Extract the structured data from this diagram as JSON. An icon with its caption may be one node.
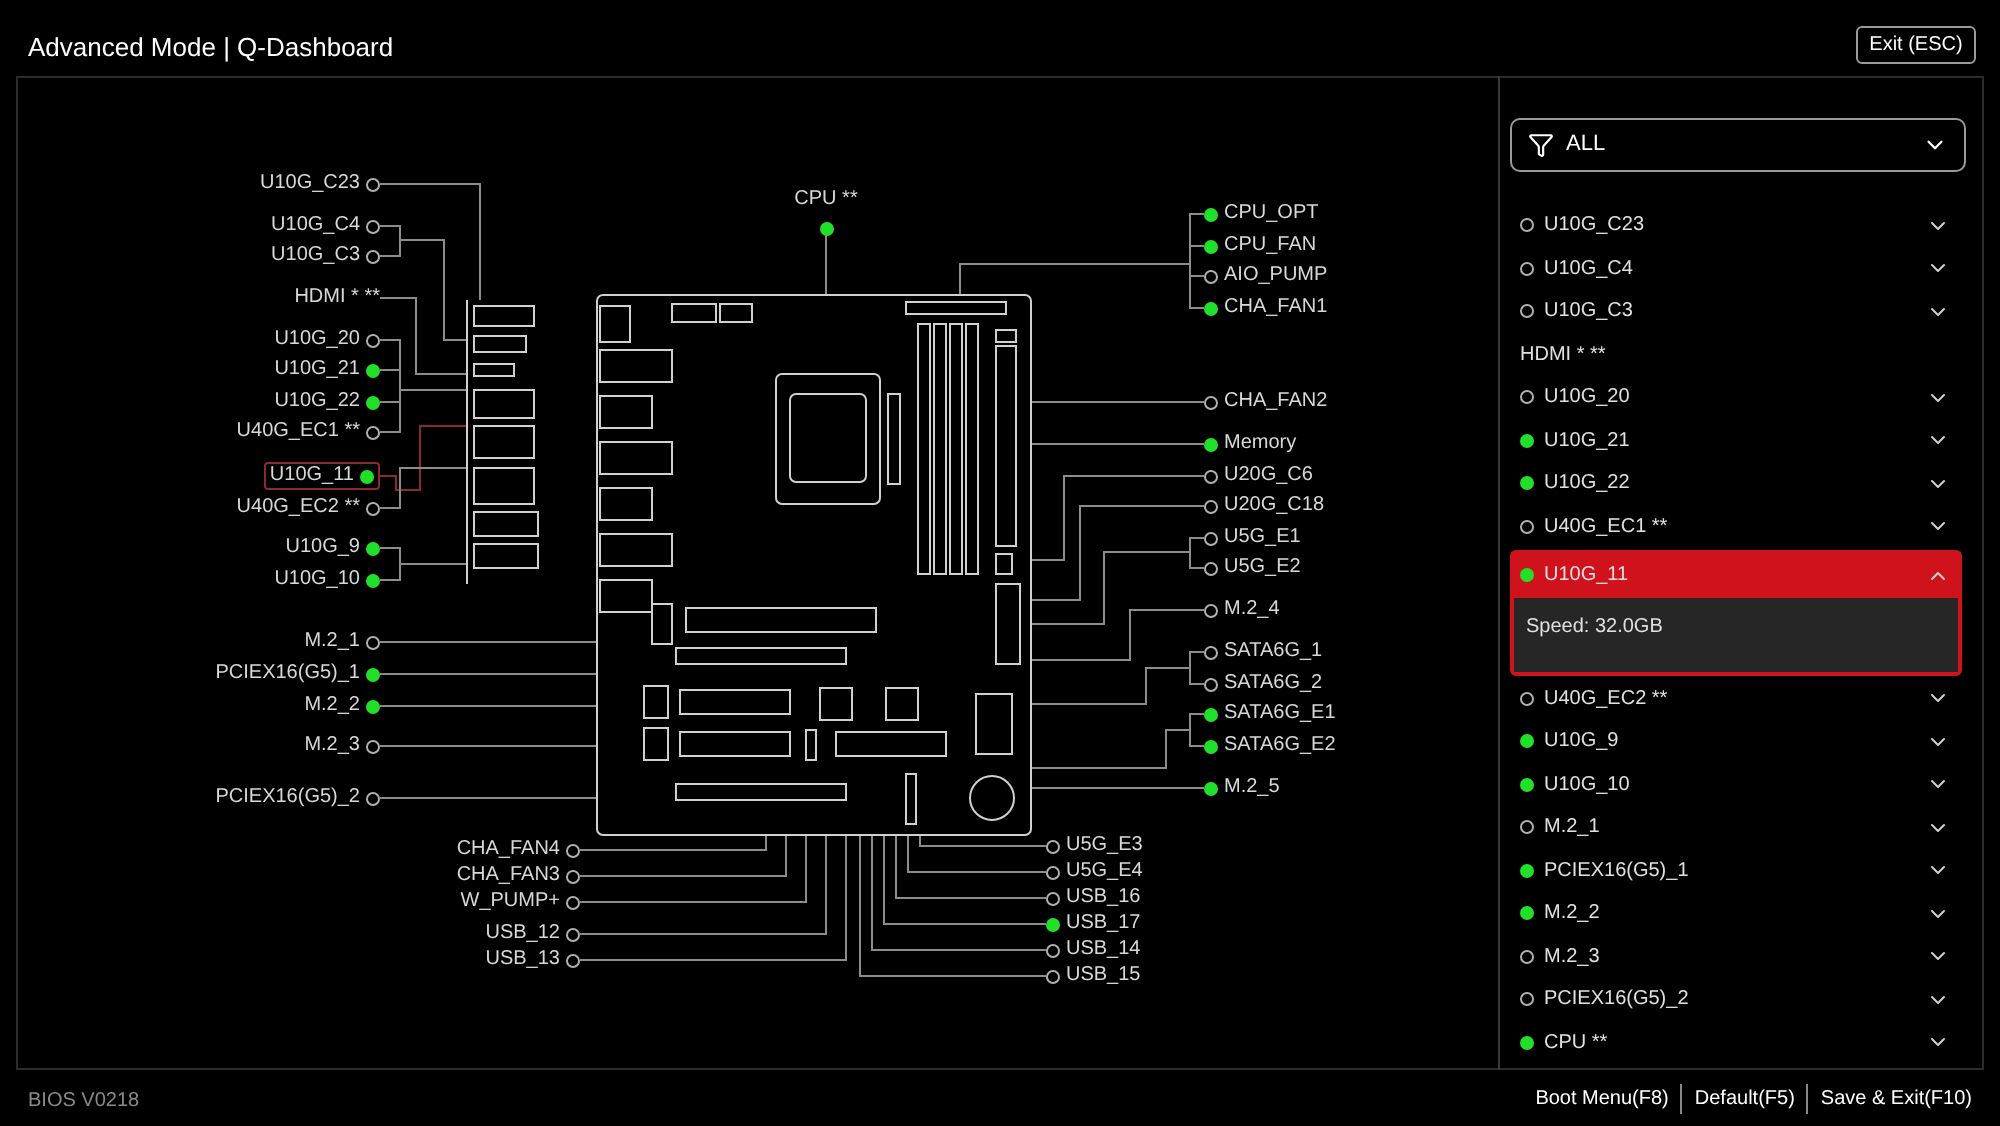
{
  "diagram": {
    "title": "Advanced Mode | Q-Dashboard",
    "nodes": [
      {
        "text": [],
        "shape": "picture"
      },
      {
        "text": [],
        "shape": "picture"
      },
      {
        "text": [
          "U10G_C23"
        ]
      },
      {
        "text": [],
        "shape": "circle",
        "in": 2
      },
      {
        "text": [
          "U10G_C4"
        ]
      },
      {
        "text": [],
        "shape": "circle",
        "in": 4
      },
      {
        "text": [
          "U10G_C3"
        ]
      },
      {
        "text": [],
        "shape": "circle",
        "in": 6
      },
      {
        "text": [
          "HDMI * **"
        ]
      },
      {
        "text": [
          "U10G_20"
        ]
      },
      {
        "text": [],
        "shape": "circle",
        "in": 9
      },
      {
        "text": [
          "U10G_21"
        ]
      },
      {
        "text": [],
        "shape": "dot",
        "in": 11
      },
      {
        "text": [
          "U10G_22"
        ]
      },
      {
        "text": [],
        "shape": "dot",
        "in": 13
      },
      {
        "text": [
          "U40G_EC1 **"
        ]
      },
      {
        "text": [],
        "shape": "circle",
        "in": 15
      },
      {
        "text": [
          "U10G_11"
        ]
      },
      {
        "text": [],
        "shape": "dot",
        "in": 17
      },
      {
        "text": [
          "U40G_EC2 **"
        ]
      },
      {
        "text": [],
        "shape": "circle",
        "in": 19
      },
      {
        "text": [
          "U10G_9"
        ]
      },
      {
        "text": [],
        "shape": "dot",
        "in": 21
      },
      {
        "text": [
          "U10G_10"
        ]
      },
      {
        "text": [],
        "shape": "dot",
        "in": 23
      },
      {
        "text": [
          "M.2_1"
        ]
      },
      {
        "text": [],
        "shape": "circle",
        "in": 25
      },
      {
        "text": [
          "PCIEX16(G5)_1"
        ]
      },
      {
        "text": [],
        "shape": "dot",
        "in": 27
      },
      {
        "text": [
          "M.2_2"
        ]
      },
      {
        "text": [],
        "shape": "dot",
        "in": 29
      },
      {
        "text": [
          "M.2_3"
        ]
      },
      {
        "text": [],
        "shape": "circle",
        "in": 31
      },
      {
        "text": [
          "PCIEX16(G5)_2"
        ]
      },
      {
        "text": [],
        "shape": "circle",
        "in": 33
      },
      {
        "text": [
          "CPU **"
        ]
      },
      {
        "text": [],
        "shape": "dot",
        "in": 35
      },
      {
        "text": [
          "CPU_OPT"
        ]
      },
      {
        "text": [],
        "shape": "dot",
        "in": 37
      },
      {
        "text": [
          "CPU_FAN"
        ]
      },
      {
        "text": [],
        "shape": "dot",
        "in": 39
      },
      {
        "text": [
          "AIO_PUMP"
        ]
      },
      {
        "text": [],
        "shape": "circle",
        "in": 41
      },
      {
        "text": [
          "CHA_FAN1"
        ]
      },
      {
        "text": [],
        "shape": "dot",
        "in": 43
      },
      {
        "text": [
          "CHA_FAN2"
        ]
      },
      {
        "text": [],
        "shape": "circle",
        "in": 45
      },
      {
        "text": [
          "Memory"
        ]
      },
      {
        "text": [],
        "shape": "dot",
        "in": 47
      },
      {
        "text": [
          "U20G_C6"
        ]
      },
      {
        "text": [],
        "shape": "circle",
        "in": 49
      },
      {
        "text": [
          "U20G_C18"
        ]
      },
      {
        "text": [],
        "shape": "circle",
        "in": 51
      },
      {
        "text": [
          "U5G_E1"
        ]
      },
      {
        "text": [],
        "shape": "circle",
        "in": 53
      },
      {
        "text": [
          "U5G_E2"
        ]
      },
      {
        "text": [],
        "shape": "circle",
        "in": 55
      },
      {
        "text": [
          "M.2_4"
        ]
      },
      {
        "text": [],
        "shape": "circle",
        "in": 57
      },
      {
        "text": [
          "SATA6G_1"
        ]
      },
      {
        "text": [],
        "shape": "circle",
        "in": 59
      },
      {
        "text": [
          "SATA6G_2"
        ]
      },
      {
        "text": [],
        "shape": "circle",
        "in": 61
      },
      {
        "text": [
          "SATA6G_E1"
        ]
      },
      {
        "text": [],
        "shape": "dot",
        "in": 63
      },
      {
        "text": [
          "SATA6G_E2"
        ]
      },
      {
        "text": [],
        "shape": "dot",
        "in": 65
      },
      {
        "text": [
          "M.2_5"
        ]
      },
      {
        "text": [],
        "shape": "dot",
        "in": 67
      },
      {
        "text": [
          "CHA_FAN4"
        ]
      },
      {
        "text": [],
        "shape": "circle",
        "in": 69
      },
      {
        "text": [
          "CHA_FAN3"
        ]
      },
      {
        "text": [],
        "shape": "circle",
        "in": 71
      },
      {
        "text": [
          "W_PUMP+"
        ]
      },
      {
        "text": [],
        "shape": "circle",
        "in": 73
      },
      {
        "text": [
          "USB_12"
        ]
      },
      {
        "text": [],
        "shape": "circle",
        "in": 75
      },
      {
        "text": [
          "USB_13"
        ]
      },
      {
        "text": [],
        "shape": "circle",
        "in": 77
      },
      {
        "text": [
          "U5G_E3"
        ]
      },
      {
        "text": [],
        "shape": "circle",
        "in": 79
      },
      {
        "text": [
          "U5G_E4"
        ]
      },
      {
        "text": [],
        "shape": "circle",
        "in": 81
      },
      {
        "text": [
          "USB_16"
        ]
      },
      {
        "text": [],
        "shape": "circle",
        "in": 83
      },
      {
        "text": [
          "USB_17"
        ]
      },
      {
        "text": [],
        "shape": "dot",
        "in": 85
      },
      {
        "text": [
          "USB_14"
        ]
      },
      {
        "text": [],
        "shape": "circle",
        "in": 87
      },
      {
        "text": [
          "USB_15"
        ]
      },
      {
        "text": [],
        "shape": "circle",
        "in": 89
      },
      {
        "text": [
          "U10G_C23"
        ]
      },
      {
        "text": [],
        "shape": "circle",
        "in": 91
      },
      {
        "text": [
          "U10G_C4"
        ]
      },
      {
        "text": [],
        "shape": "circle",
        "in": 93
      },
      {
        "text": [
          "U10G_C3"
        ]
      },
      {
        "text": [],
        "shape": "circle",
        "in": 95
      },
      {
        "text": [
          "HDMI * **"
        ]
      },
      {
        "text": [
          "U10G_20"
        ]
      },
      {
        "text": [],
        "shape": "circle",
        "in": 98
      },
      {
        "text": [
          "U10G_21"
        ]
      },
      {
        "text": [],
        "shape": "dot",
        "in": 100
      },
      {
        "text": [
          "U10G_22"
        ]
      },
      {
        "text": [],
        "shape": "dot",
        "in": 102
      },
      {
        "text": [
          "U40G_EC1 **"
        ]
      },
      {
        "text": [],
        "shape": "circle",
        "in": 104
      },
      {
        "text": [
          "U10G_11",
          "Speed: 32.0GB"
        ]
      },
      {
        "text": [],
        "shape": "dot",
        "in": 106
      },
      {
        "text": [
          "U40G_EC2 **"
        ]
      },
      {
        "text": [],
        "shape": "circle",
        "in": 108
      },
      {
        "text": [
          "U10G_9"
        ]
      },
      {
        "text": [],
        "shape": "dot",
        "in": 110
      },
      {
        "text": [
          "U10G_10"
        ]
      },
      {
        "text": [],
        "shape": "dot",
        "in": 112
      },
      {
        "text": [
          "M.2_1"
        ]
      },
      {
        "text": [],
        "shape": "circle",
        "in": 114
      },
      {
        "text": [
          "PCIEX16(G5)_1"
        ]
      },
      {
        "text": [],
        "shape": "dot",
        "in": 116
      },
      {
        "text": [
          "M.2_2"
        ]
      },
      {
        "text": [],
        "shape": "dot",
        "in": 118
      },
      {
        "text": [
          "M.2_3"
        ]
      },
      {
        "text": [],
        "shape": "circle",
        "in": 120
      },
      {
        "text": [
          "PCIEX16(G5)_2"
        ]
      },
      {
        "text": [],
        "shape": "circle",
        "in": 122
      },
      {
        "text": [
          "CPU **"
        ]
      },
      {
        "text": [],
        "shape": "dot",
        "in": 124
      }
    ],
    "edges": [
      {
        "from": 2,
        "to": 0,
        "arrow": "none"
      },
      {
        "from": 4,
        "to": 0,
        "arrow": "none"
      },
      {
        "from": 6,
        "to": 0,
        "arrow": "none"
      },
      {
        "from": 8,
        "to": 0,
        "arrow": "none"
      },
      {
        "from": 9,
        "to": 0,
        "arrow": "none"
      },
      {
        "from": 11,
        "to": 0,
        "arrow": "none"
      },
      {
        "from": 13,
        "to": 0,
        "arrow": "none"
      },
      {
        "from": 15,
        "to": 0,
        "arrow": "none"
      },
      {
        "from": 17,
        "to": 0,
        "arrow": "none",
        "color": "#8b2b2b"
      },
      {
        "from": 19,
        "to": 0,
        "arrow": "none"
      },
      {
        "from": 21,
        "to": 0,
        "arrow": "none"
      },
      {
        "from": 23,
        "to": 0,
        "arrow": "none"
      },
      {
        "from": 25,
        "to": 1,
        "arrow": "none"
      },
      {
        "from": 27,
        "to": 1,
        "arrow": "none"
      },
      {
        "from": 29,
        "to": 1,
        "arrow": "none"
      },
      {
        "from": 31,
        "to": 1,
        "arrow": "none"
      },
      {
        "from": 33,
        "to": 1,
        "arrow": "none"
      },
      {
        "from": 35,
        "to": 1,
        "arrow": "none"
      },
      {
        "from": 37,
        "to": 1,
        "arrow": "none"
      },
      {
        "from": 39,
        "to": 1,
        "arrow": "none"
      },
      {
        "from": 41,
        "to": 1,
        "arrow": "none"
      },
      {
        "from": 43,
        "to": 1,
        "arrow": "none"
      },
      {
        "from": 45,
        "to": 1,
        "arrow": "none"
      },
      {
        "from": 47,
        "to": 1,
        "arrow": "none"
      },
      {
        "from": 49,
        "to": 1,
        "arrow": "none"
      },
      {
        "from": 51,
        "to": 1,
        "arrow": "none"
      },
      {
        "from": 53,
        "to": 1,
        "arrow": "none"
      },
      {
        "from": 55,
        "to": 1,
        "arrow": "none"
      },
      {
        "from": 57,
        "to": 1,
        "arrow": "none"
      },
      {
        "from": 59,
        "to": 1,
        "arrow": "none"
      },
      {
        "from": 61,
        "to": 1,
        "arrow": "none"
      },
      {
        "from": 63,
        "to": 1,
        "arrow": "none"
      },
      {
        "from": 65,
        "to": 1,
        "arrow": "none"
      },
      {
        "from": 67,
        "to": 1,
        "arrow": "none"
      },
      {
        "from": 69,
        "to": 1,
        "arrow": "none"
      },
      {
        "from": 71,
        "to": 1,
        "arrow": "none"
      },
      {
        "from": 73,
        "to": 1,
        "arrow": "none"
      },
      {
        "from": 75,
        "to": 1,
        "arrow": "none"
      },
      {
        "from": 77,
        "to": 1,
        "arrow": "none"
      },
      {
        "from": 79,
        "to": 1,
        "arrow": "none"
      },
      {
        "from": 81,
        "to": 1,
        "arrow": "none"
      },
      {
        "from": 83,
        "to": 1,
        "arrow": "none"
      },
      {
        "from": 85,
        "to": 1,
        "arrow": "none"
      },
      {
        "from": 87,
        "to": 1,
        "arrow": "none"
      },
      {
        "from": 89,
        "to": 1,
        "arrow": "none"
      }
    ],
    "labels": [
      "Exit (ESC)",
      "ALL",
      "BIOS V0218",
      "Boot Menu(F8)",
      "Default(F5)",
      "Save & Exit(F10)"
    ]
  }
}
